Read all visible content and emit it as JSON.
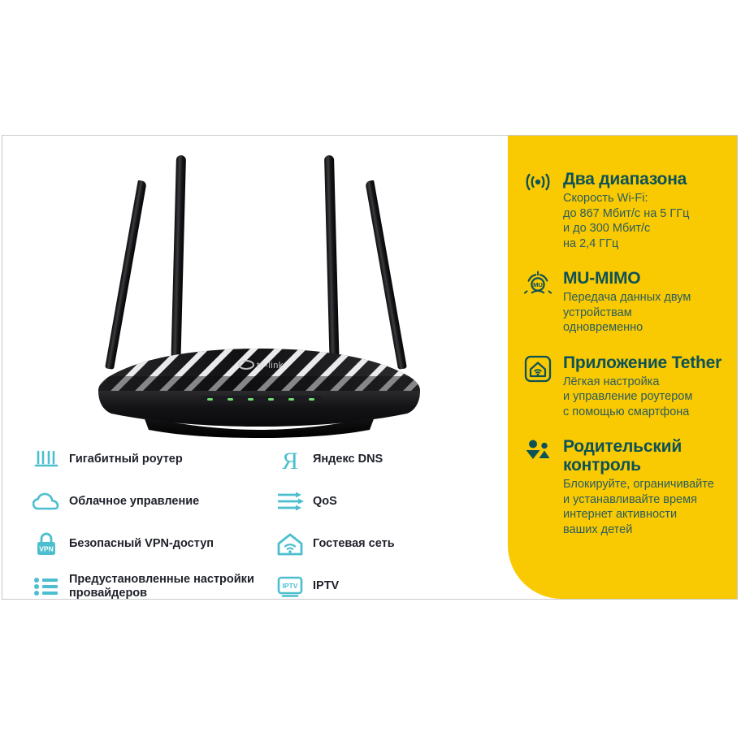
{
  "product": {
    "name": "TP-Link wireless router",
    "brand_logo_text": "tp-link",
    "antenna_count": 4,
    "led_count": 6
  },
  "colors": {
    "panel_yellow": "#f9c901",
    "heading_teal": "#0d5257",
    "body_teal": "#2c5d5f",
    "icon_cyan": "#4cbfcf",
    "label_dark": "#20222b",
    "card_border": "#c9c9c9"
  },
  "yellow_panel": {
    "features": [
      {
        "icon": "wifi-signal-icon",
        "title": "Два диапазона",
        "lines": [
          "Скорость Wi-Fi:",
          "до 867 Мбит/с на 5 ГГц",
          "и до 300 Мбит/с",
          "на 2,4 ГГц"
        ]
      },
      {
        "icon": "mu-mimo-icon",
        "title": "MU-MIMO",
        "lines": [
          "Передача данных двум",
          "устройствам",
          "одновременно"
        ]
      },
      {
        "icon": "tether-house-icon",
        "title": "Приложение Tether",
        "lines": [
          "Лёгкая настройка",
          "и управление роутером",
          "с помощью смартфона"
        ]
      },
      {
        "icon": "parental-control-icon",
        "title": "Родительский контроль",
        "lines": [
          "Блокируйте, ограничивайте",
          "и устанавливайте время",
          "интернет активности",
          "ваших детей"
        ]
      }
    ]
  },
  "feature_list": {
    "left_column": [
      {
        "icon": "gigabit-router-icon",
        "lines": [
          "Гигабитный роутер"
        ]
      },
      {
        "icon": "cloud-icon",
        "lines": [
          "Облачное управление"
        ]
      },
      {
        "icon": "vpn-lock-icon",
        "lines": [
          "Безопасный VPN-доступ"
        ]
      },
      {
        "icon": "preset-list-icon",
        "lines": [
          "Предустановленные настройки",
          "провайдеров"
        ]
      }
    ],
    "right_column": [
      {
        "icon": "yandex-dns-icon",
        "lines": [
          "Яндекс DNS"
        ]
      },
      {
        "icon": "qos-arrows-icon",
        "lines": [
          "QoS"
        ]
      },
      {
        "icon": "guest-network-icon",
        "lines": [
          "Гостевая сеть"
        ]
      },
      {
        "icon": "iptv-icon",
        "lines": [
          "IPTV"
        ]
      }
    ]
  },
  "icon_text": {
    "vpn": "VPN",
    "iptv": "IPTV",
    "mu": "MU",
    "yandex": "Я"
  }
}
